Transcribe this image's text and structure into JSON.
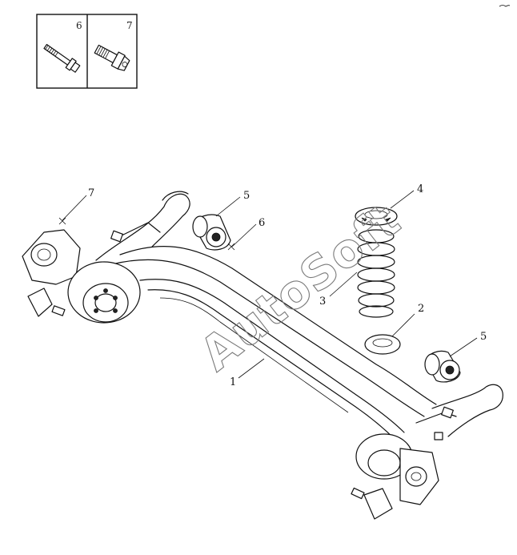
{
  "inset": {
    "cells": [
      {
        "label": "6",
        "icon": "bolt-with-flange-nut-icon"
      },
      {
        "label": "7",
        "icon": "stud-bolt-with-nut-icon"
      }
    ]
  },
  "callouts": [
    {
      "id": "1",
      "label": "1"
    },
    {
      "id": "2",
      "label": "2"
    },
    {
      "id": "3",
      "label": "3"
    },
    {
      "id": "4",
      "label": "4"
    },
    {
      "id": "5a",
      "label": "5"
    },
    {
      "id": "5b",
      "label": "5"
    },
    {
      "id": "6",
      "label": "6"
    },
    {
      "id": "7",
      "label": "7"
    }
  ],
  "watermark": "AutoSoft"
}
